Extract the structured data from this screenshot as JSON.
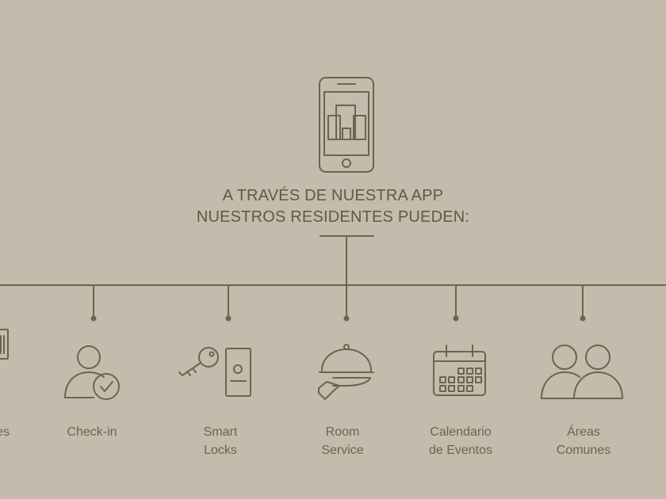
{
  "headline": {
    "line1": "A TRAVÉS DE NUESTRA APP",
    "line2": "NUESTROS RESIDENTES PUEDEN:"
  },
  "features": [
    {
      "icon": "document-icon",
      "line1": "es",
      "line2": ""
    },
    {
      "icon": "person-check-icon",
      "line1": "Check-in",
      "line2": ""
    },
    {
      "icon": "key-lock-icon",
      "line1": "Smart",
      "line2": "Locks"
    },
    {
      "icon": "cloche-icon",
      "line1": "Room",
      "line2": "Service"
    },
    {
      "icon": "calendar-icon",
      "line1": "Calendario",
      "line2": "de Eventos"
    },
    {
      "icon": "people-icon",
      "line1": "Áreas",
      "line2": "Comunes"
    }
  ],
  "colors": {
    "background": "#c3bcac",
    "ink": "#6a6450"
  }
}
